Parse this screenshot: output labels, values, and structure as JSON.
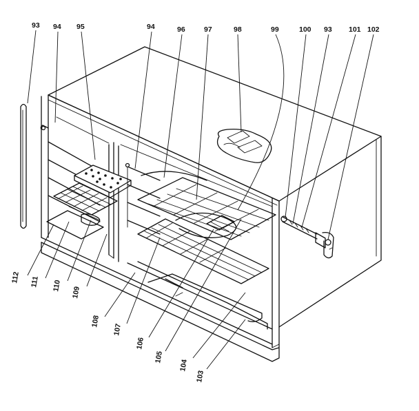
{
  "diagram": {
    "labels": {
      "top": [
        "93",
        "94",
        "95",
        "94",
        "96",
        "97",
        "98",
        "99",
        "100",
        "93",
        "101",
        "102"
      ],
      "bottom": [
        "112",
        "111",
        "110",
        "109",
        "108",
        "107",
        "106",
        "105",
        "104",
        "103"
      ]
    },
    "colors": {
      "ink": "#111111",
      "paper": "#ffffff"
    }
  }
}
